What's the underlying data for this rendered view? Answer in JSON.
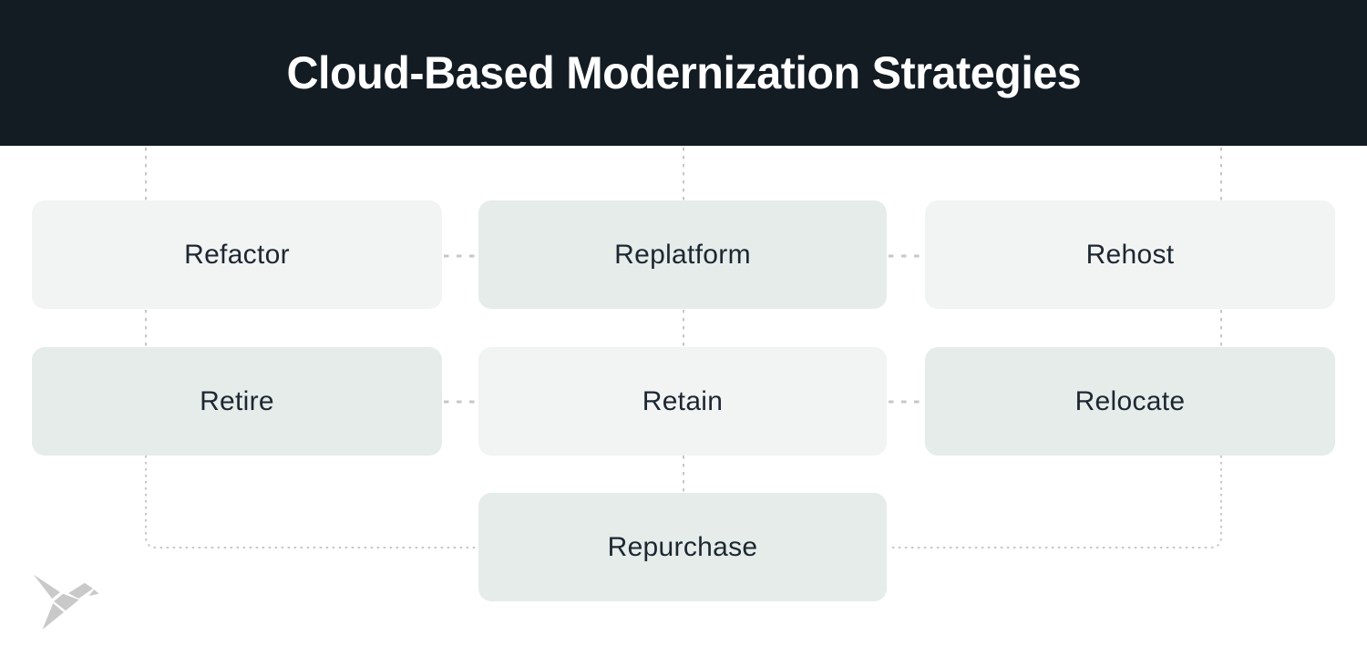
{
  "header": {
    "title": "Cloud-Based Modernization Strategies"
  },
  "diagram": {
    "boxes": [
      {
        "id": "refactor",
        "label": "Refactor",
        "variant": "gray",
        "row": 1,
        "col": 1
      },
      {
        "id": "replatform",
        "label": "Replatform",
        "variant": "mint",
        "row": 1,
        "col": 2
      },
      {
        "id": "rehost",
        "label": "Rehost",
        "variant": "gray",
        "row": 1,
        "col": 3
      },
      {
        "id": "retire",
        "label": "Retire",
        "variant": "mint",
        "row": 2,
        "col": 1
      },
      {
        "id": "retain",
        "label": "Retain",
        "variant": "gray",
        "row": 2,
        "col": 2
      },
      {
        "id": "relocate",
        "label": "Relocate",
        "variant": "mint",
        "row": 2,
        "col": 3
      },
      {
        "id": "repurchase",
        "label": "Repurchase",
        "variant": "mint",
        "row": 3,
        "col": 2
      }
    ]
  },
  "colors": {
    "header_bg": "#131b23",
    "title_text": "#ffffff",
    "box_gray": "#f2f3f3",
    "box_mint": "#e5ece9",
    "box_text": "#1d2731",
    "connector": "#c7c7c7",
    "logo": "#c9c9c9"
  },
  "logo": {
    "icon": "origami-bird"
  }
}
